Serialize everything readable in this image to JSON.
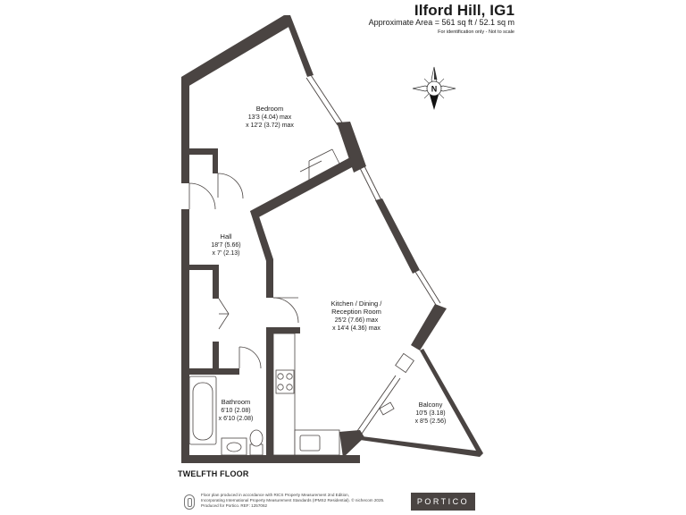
{
  "header": {
    "title": "Ilford Hill, IG1",
    "area": "Approximate Area = 561 sq ft / 52.1 sq m",
    "note": "For identification only - Not to scale"
  },
  "compass": {
    "north_label": "N"
  },
  "rooms": [
    {
      "id": "bedroom",
      "name": "Bedroom",
      "dims": [
        "13'3 (4.04) max",
        "x 12'2 (3.72) max"
      ]
    },
    {
      "id": "hall",
      "name": "Hall",
      "dims": [
        "18'7 (5.66)",
        "x 7' (2.13)"
      ]
    },
    {
      "id": "kitchen",
      "name": "Kitchen / Dining /",
      "name2": "Reception Room",
      "dims": [
        "25'2 (7.66) max",
        "x 14'4 (4.36) max"
      ]
    },
    {
      "id": "bathroom",
      "name": "Bathroom",
      "dims": [
        "6'10 (2.08)",
        "x 6'10 (2.08)"
      ]
    },
    {
      "id": "balcony",
      "name": "Balcony",
      "dims": [
        "10'5 (3.18)",
        "x 8'5 (2.56)"
      ]
    }
  ],
  "floor_label": "TWELFTH FLOOR",
  "footer": {
    "disclaimer_lines": [
      "Floor plan produced in accordance with RICS Property Measurement 2nd Edition,",
      "Incorporating International Property Measurement Standards (IPMS2 Residential).  © nichecom 2025.",
      "Produced for Portico.    REF: 1257062"
    ],
    "logo": "PORTICO"
  },
  "colors": {
    "wall": "#4a4442",
    "logo_bg": "#4a4442",
    "paper": "#ffffff"
  }
}
